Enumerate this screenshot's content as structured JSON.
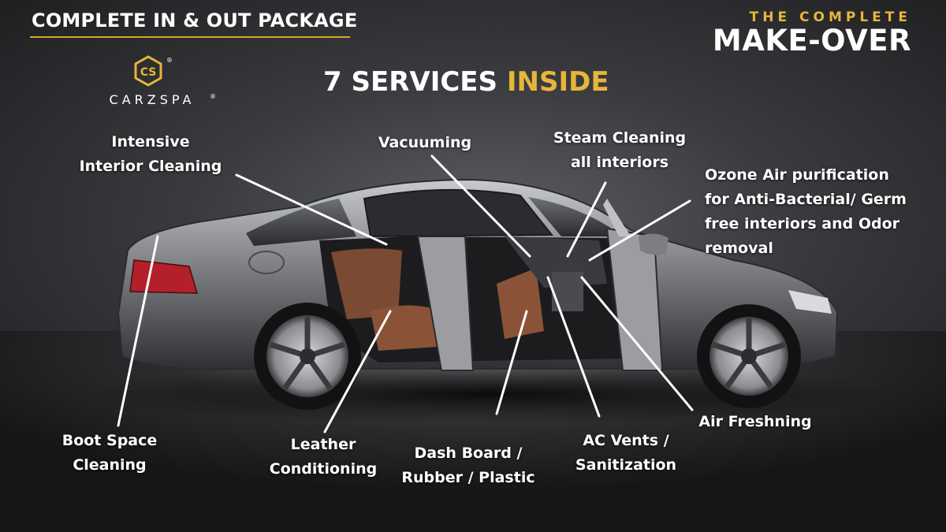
{
  "header": {
    "package_title": "COMPLETE IN & OUT PACKAGE",
    "makeover_top": "THE COMPLETE",
    "makeover_main": "MAKE-OVER"
  },
  "brand": {
    "monogram": "CS",
    "wordmark": "CARZSPA",
    "registered_mark": "®",
    "accent_color": "#e6b53a"
  },
  "headline": {
    "prefix": "7 SERVICES",
    "highlight": "INSIDE"
  },
  "services": {
    "intensive_interior_cleaning": [
      "Intensive",
      "Interior Cleaning"
    ],
    "vacuuming": [
      "Vacuuming"
    ],
    "steam_cleaning": [
      "Steam Cleaning",
      "all interiors"
    ],
    "ozone_purification": [
      "Ozone Air purification",
      "for Anti-Bacterial/ Germ",
      "free interiors and Odor",
      "removal"
    ],
    "boot_space_cleaning": [
      "Boot Space",
      "Cleaning"
    ],
    "leather_conditioning": [
      "Leather",
      "Conditioning"
    ],
    "dash_board": [
      "Dash Board /",
      "Rubber / Plastic"
    ],
    "ac_vents": [
      "AC Vents /",
      "Sanitization"
    ],
    "air_freshning": [
      "Air Freshning"
    ]
  }
}
